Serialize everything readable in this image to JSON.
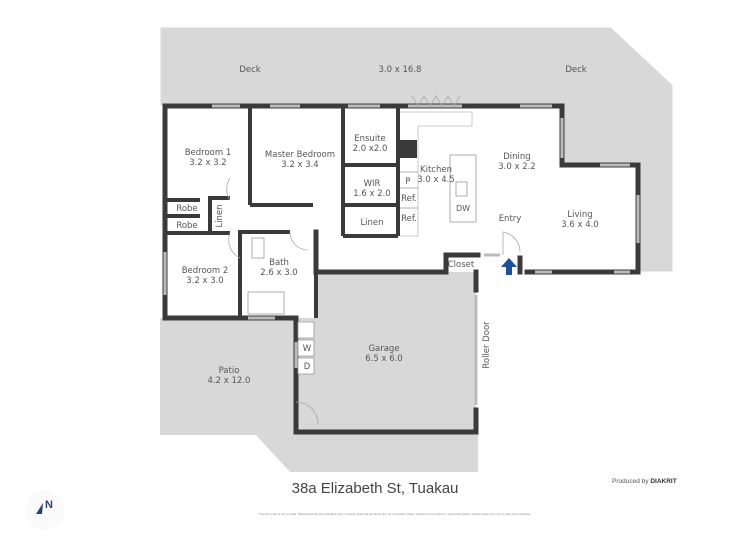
{
  "plan": {
    "address": "38a Elizabeth St, Tuakau",
    "produced_by_prefix": "Produced by",
    "produced_by_brand": "DIAKRIT",
    "disclaimer": "The floor plan is not to scale. Measurements are indicative and in metres. External elements are not in position. Plans should not be relied on. Interested parties should make and rely on their own enquiries.",
    "compass_label": "N",
    "accent_color": "#1f4e9a"
  },
  "rooms": {
    "deck_left": "Deck",
    "deck_size": "3.0 x 16.8",
    "deck_right": "Deck",
    "bedroom1": {
      "name": "Bedroom 1",
      "size": "3.2 x 3.2"
    },
    "master": {
      "name": "Master Bedroom",
      "size": "3.2 x 3.4"
    },
    "ensuite": {
      "name": "Ensuite",
      "size": "2.0 x2.0"
    },
    "wir": {
      "name": "WIR",
      "size": "1.6 x 2.0"
    },
    "linen1": "Linen",
    "linen2": "Linen",
    "robe1": "Robe",
    "robe2": "Robe",
    "kitchen": {
      "name": "Kitchen",
      "size": "3.0 x 4.5"
    },
    "pantry": "P",
    "ref1": "Ref.",
    "ref2": "Ref.",
    "dw": "DW",
    "dining": {
      "name": "Dining",
      "size": "3.0 x 2.2"
    },
    "entry": "Entry",
    "living": {
      "name": "Living",
      "size": "3.6 x 4.0"
    },
    "closet": "Closet",
    "bedroom2": {
      "name": "Bedroom 2",
      "size": "3.2 x 3.0"
    },
    "bath": {
      "name": "Bath",
      "size": "2.6 x 3.0"
    },
    "washer": "W",
    "dryer": "D",
    "garage": {
      "name": "Garage",
      "size": "6.5 x 6.0"
    },
    "roller_door": "Roller Door",
    "patio": {
      "name": "Patio",
      "size": "4.2 x 12.0"
    }
  }
}
